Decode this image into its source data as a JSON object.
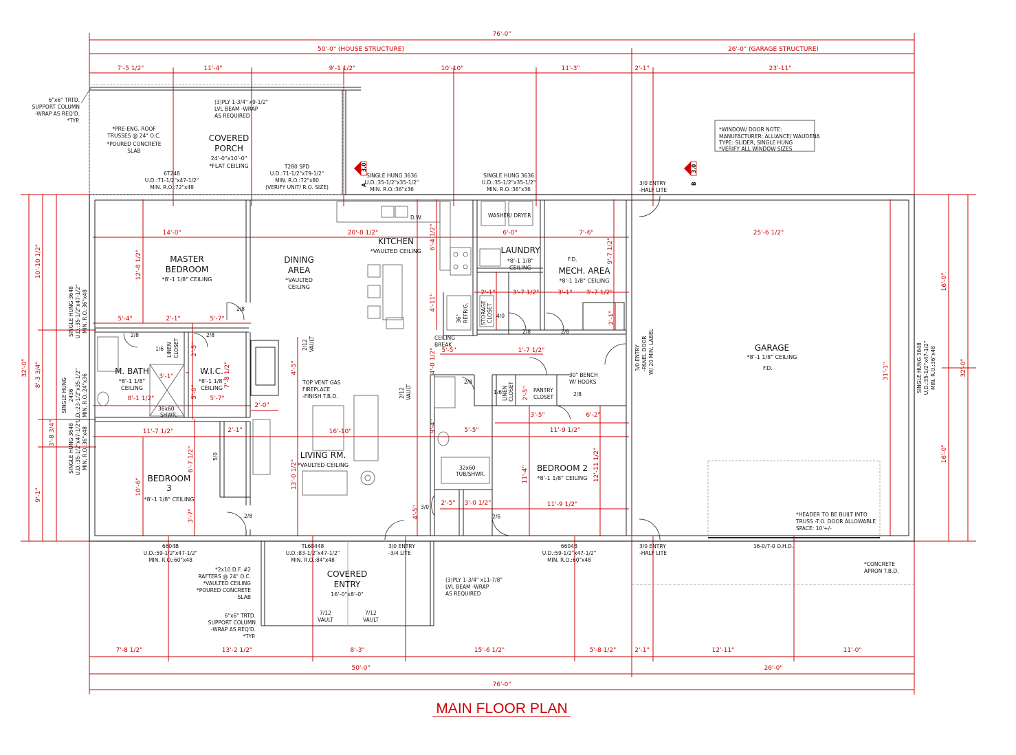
{
  "title": "MAIN FLOOR PLAN",
  "colors": {
    "dimension": "#cc0000",
    "wall": "#222222",
    "fixture": "#666666"
  },
  "dimensions": {
    "overall_top": "76'-0\"",
    "house_structure": "50'-0\" (HOUSE STRUCTURE)",
    "garage_structure": "26'-0\" (GARAGE STRUCTURE)",
    "top_row": [
      "7'-5 1/2\"",
      "11'-4\"",
      "9'-1 1/2\"",
      "10'-10\"",
      "11'-3\"",
      "2'-1\"",
      "23'-11\""
    ],
    "bottom_row": [
      "7'-8 1/2\"",
      "13'-2 1/2\"",
      "8'-3\"",
      "15'-6 1/2\"",
      "5'-8 1/2\"",
      "2'-1\"",
      "12'-11\"",
      "11'-0\""
    ],
    "bottom_house": "50'-0\"",
    "bottom_garage": "26'-0\"",
    "overall_bottom": "76'-0\"",
    "left_overall": "32'-0\"",
    "left_segments": [
      "10'-10 1/2\"",
      "8'-3 3/4\"",
      "3'-8 3/4\"",
      "9'-1\""
    ],
    "right_overall": "32'-0\"",
    "right_segments": [
      "16'-0\"",
      "16'-0\""
    ],
    "interior": {
      "master_width": "14'-0\"",
      "kitchen_width": "20'-8 1/2\"",
      "laundry_width": "6'-0\"",
      "mech_width": "7'-6\"",
      "garage_width": "25'-6 1/2\"",
      "master_depth": "12'-8 1/2\"",
      "mbath_a": "5'-4\"",
      "mbath_b": "2'-1\"",
      "mbath_c": "5'-7\"",
      "mbath_d": "8'-1 1/2\"",
      "shower_w": "3'-1\"",
      "wic_a": "5'-7\"",
      "wic_b": "7'-8 1/2\"",
      "wic_c": "5'-0\"",
      "wic_d": "2'-5\"",
      "fp_a": "4'-5\"",
      "fp_b": "2'-0\"",
      "bed3_width": "11'-7 1/2\"",
      "bed3_depth": "10'-6\"",
      "bed3_a": "6'-7 1/2\"",
      "bed3_b": "3'-7\"",
      "bed3_c": "2'-1\"",
      "living_width": "16'-10\"",
      "living_depth": "13'-0 1/2\"",
      "kitchen_depth": "6'-4 1/2\"",
      "kitchen_b": "4'-11\"",
      "dining_4": "4'-0 1/2\"",
      "hall_9": "9'-4\"",
      "storage_a": "2'-1\"",
      "laundry_depth": "9'-7 1/2\"",
      "mech_a": "3'-7 1/2\"",
      "mech_b": "3'-1\"",
      "mech_c": "3'-7 1/2\"",
      "mech_d": "2'-1\"",
      "hall_a": "5'-5\"",
      "hall_b": "1'-7 1/2\"",
      "pantry_a": "2'-5\"",
      "pantry_b": "3'-5\"",
      "bed2_a": "6'-2\"",
      "bed2_b": "11'-9 1/2\"",
      "bed2_c": "11'-4\"",
      "bed2_d": "12'-11 1/2\"",
      "bed2_e": "11'-9 1/2\"",
      "bath_a": "5'-5\"",
      "bath_b": "2'-5\"",
      "bath_c": "3'-0 1/2\"",
      "bath_d": "4'-5\"",
      "garage_depth": "31'-1\""
    }
  },
  "rooms": [
    {
      "name": "MASTER",
      "name2": "BEDROOM",
      "note": "*8'-1 1/8\" CEILING"
    },
    {
      "name": "DINING",
      "name2": "AREA",
      "note": "*VAULTED",
      "note2": "CEILING"
    },
    {
      "name": "KITCHEN",
      "note": "*VAULTED CEILING"
    },
    {
      "name": "LAUNDRY",
      "note": "*8'-1 1/8\"",
      "note2": "CEILING"
    },
    {
      "name": "MECH. AREA",
      "note": "*8'-1 1/8\" CEILING"
    },
    {
      "name": "GARAGE",
      "note": "*8'-1 1/8\" CEILING"
    },
    {
      "name": "M. BATH",
      "note": "*8'-1 1/8\"",
      "note2": "CEILING"
    },
    {
      "name": "W.I.C.",
      "note": "*8'-1 1/8\"",
      "note2": "CEILING"
    },
    {
      "name": "LIVING RM.",
      "note": "*VAULTED CEILING"
    },
    {
      "name": "BEDROOM",
      "name2": "3",
      "note": "*8'-1 1/8\" CEILING"
    },
    {
      "name": "BEDROOM 2",
      "note": "*8'-1 1/8\" CEILING"
    },
    {
      "name": "COVERED",
      "name2": "PORCH",
      "note": "24'-0\"x10'-0\"",
      "note2": "*FLAT CEILING"
    },
    {
      "name": "COVERED",
      "name2": "ENTRY",
      "note": "16'-0\"x8'-0\""
    }
  ],
  "notes": {
    "window_note": [
      "*WINDOW/ DOOR NOTE:",
      "MANUFACTURER: ALLIANCE/ WAUDENA",
      "TYPE: SLIDER, SINGLE HUNG",
      "*VERIFY ALL WINDOW SIZES"
    ],
    "porch_column": [
      "6\"x6\" TRTD.",
      "SUPPORT COLUMN",
      "-WRAP AS REQ'D.",
      "*TYP."
    ],
    "porch_roof": [
      "*PRE-ENG. ROOF",
      "TRUSSES @ 24\" O.C."
    ],
    "porch_slab": [
      "*POURED CONCRETE",
      "SLAB"
    ],
    "porch_beam": [
      "(3)PLY 1-3/4\" x9-1/2\"",
      "LVL BEAM -WRAP",
      "AS REQUIRED"
    ],
    "entry_beam": [
      "(3)PLY 1-3/4\" x11-7/8\"",
      "LVL BEAM -WRAP",
      "AS REQUIRED"
    ],
    "entry_rafters": [
      "*2x10 D.F. #2",
      "RAFTERS @ 24\" O.C.",
      "*VAULTED CEILING",
      "*POURED CONCRETE",
      "SLAB"
    ],
    "entry_column": [
      "6\"x6\" TRTD.",
      "SUPPORT COLUMN",
      "-WRAP AS REQ'D.",
      "*TYP."
    ],
    "fireplace": [
      "TOP VENT GAS",
      "FIREPLACE",
      "-FINISH T.B.D."
    ],
    "bench": [
      "30\" BENCH",
      "W/ HOOKS"
    ],
    "header": [
      "*HEADER TO BE BUILT INTO",
      "TRUSS -T.O. DOOR ALLOWABLE",
      "SPACE: 10'+/-"
    ],
    "apron": [
      "*CONCRETE",
      "APRON T.B.D."
    ],
    "ceiling_break": [
      "CEILING",
      "BREAK"
    ],
    "garage_door": "16-0/7-0 O.H.D.",
    "entry_top": [
      "3/0 ENTRY",
      "-HALF LITE"
    ],
    "entry_bottom_garage": [
      "3/0 ENTRY",
      "-HALF LITE"
    ],
    "entry_front": [
      "3/0 ENTRY",
      "-3/4 LITE"
    ],
    "garage_entry": [
      "3/0 ENTRY",
      "-PANEL DOOR",
      "W/ 20 MIN. LABEL"
    ],
    "fd": "F.D.",
    "washer": "WASHER/ DRYER",
    "dw": "D.W.",
    "refrig": [
      "36\"",
      "REFRIG."
    ],
    "storage": [
      "STORAGE",
      "CLOSET"
    ],
    "linen": [
      "LINEN",
      "CLOSET"
    ],
    "pantry": [
      "PANTRY",
      "CLOSET"
    ],
    "shower": [
      "36x60",
      "SHWR."
    ],
    "tub": [
      "32x60",
      "TUB/SHWR."
    ],
    "vault_1": [
      "2/12",
      "VAULT"
    ],
    "vault_2": [
      "2/12",
      "VAULT"
    ],
    "vault_3": [
      "7/12",
      "VAULT"
    ],
    "vault_4": [
      "7/12",
      "VAULT"
    ],
    "section_a": "A",
    "section_a_num": "3.0",
    "section_b": "B",
    "section_b_num": "3.0"
  },
  "windows": {
    "porch_door": [
      "6T248",
      "U.D.:71-1/2\"x47-1/2\"",
      "MIN. R.O.:72\"x48"
    ],
    "porch_slider": [
      "T280 SPD",
      "U.D.:71-1/2\"x79-1/2\"",
      "MIN. R.O.:72\"x80",
      "(VERIFY UNIT/ R.O. SIZE)"
    ],
    "kitchen_win": [
      "SINGLE HUNG 3636",
      "U.D.:35-1/2\"x35-1/2\"",
      "MIN. R.O.:36\"x36"
    ],
    "laundry_win": [
      "SINGLE HUNG 3636",
      "U.D.:35-1/2\"x35-1/2\"",
      "MIN. R.O.:36\"x36"
    ],
    "master_win": [
      "SINGLE HUNG 3648",
      "U.D.:35-1/2\"x47-1/2\"",
      "MIN. R.O.:36\"x48"
    ],
    "mbath_win": [
      "SINGLE HUNG",
      "2436",
      "U.D.:23-1/2\"x35-1/2\"",
      "MIN. R.O.:24\"x36"
    ],
    "bed3_win": [
      "SINGLE HUNG 3648",
      "U.D.:35-1/2\"x47-1/2\"",
      "MIN. R.O.:36\"x48"
    ],
    "garage_win": [
      "SINGLE HUNG 3648",
      "U.D.:35-1/2\"x47-1/2\"",
      "MIN. R.O.:36\"x48"
    ],
    "bed3_bottom": [
      "6604B",
      "U.D.:59-1/2\"x47-1/2\"",
      "MIN. R.O.:60\"x48"
    ],
    "living_bottom": [
      "TL68448",
      "U.D.:83-1/2\"x47-1/2\"",
      "MIN. R.O.:84\"x48"
    ],
    "bed2_bottom": [
      "6604B",
      "U.D.:59-1/2\"x47-1/2\"",
      "MIN. R.O.:60\"x48"
    ]
  },
  "doors": {
    "master": "2/8",
    "mbath": "2/8",
    "wic": "2/8",
    "linen_m": "1/6",
    "bed3_closet": "5/0",
    "bed3": "2/8",
    "storage": "4/0",
    "laundry": "2/8",
    "mech": "2/8",
    "hall_bath": "2/8",
    "linen_h": "1/6",
    "pantry": "2/8",
    "bath": "3/0",
    "bed2": "2/6"
  }
}
